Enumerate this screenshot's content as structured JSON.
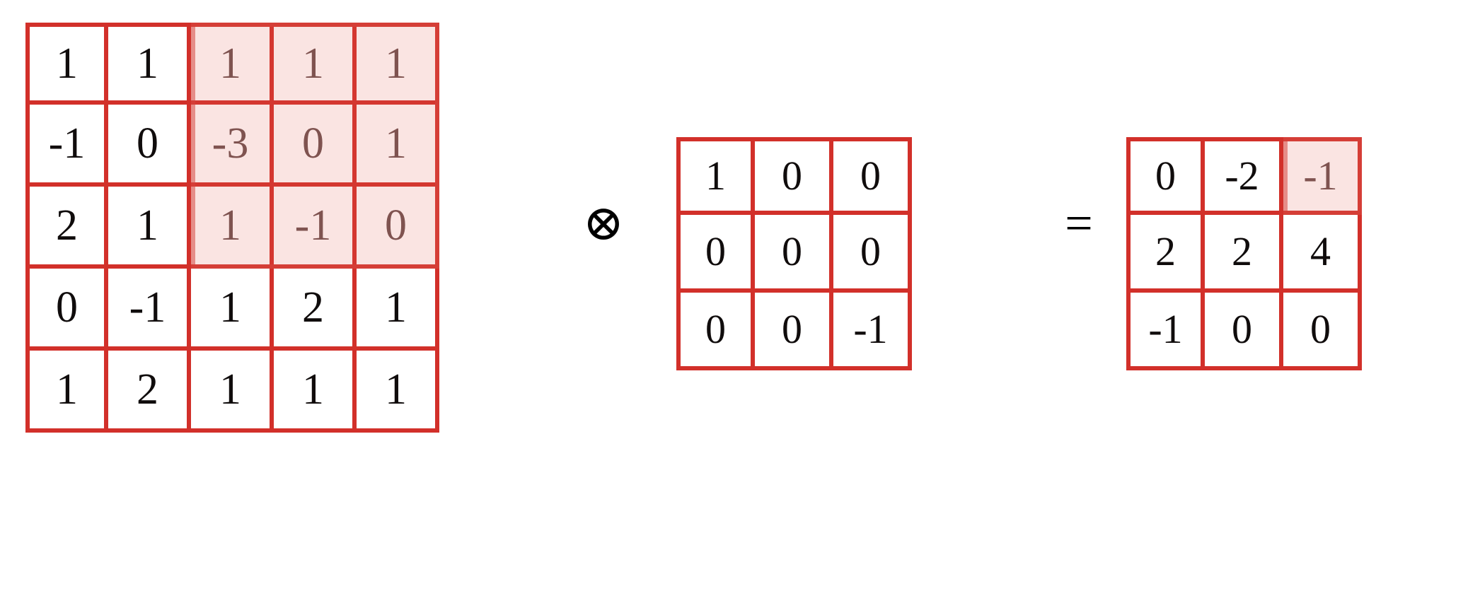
{
  "figure": {
    "kind": "convolution-equation",
    "colors": {
      "grid_line": "#d2302a",
      "highlight_fill": "#f7e3e2",
      "highlight_border": "#dd7a74",
      "text": "#100c0c",
      "highlight_text": "#6b5150",
      "background": "#ffffff"
    }
  },
  "operators": {
    "convolution": "⊗",
    "equals": "="
  },
  "chart_data": {
    "type": "table",
    "title": "",
    "matrices": [
      {
        "name": "input",
        "rows": 5,
        "cols": 5,
        "values": [
          [
            "1",
            "1",
            "1",
            "1",
            "1"
          ],
          [
            "-1",
            "0",
            "-3",
            "0",
            "1"
          ],
          [
            "2",
            "1",
            "1",
            "-1",
            "0"
          ],
          [
            "0",
            "-1",
            "1",
            "2",
            "1"
          ],
          [
            "1",
            "2",
            "1",
            "1",
            "1"
          ]
        ],
        "highlight": {
          "row_start": 0,
          "row_end": 2,
          "col_start": 2,
          "col_end": 4
        }
      },
      {
        "name": "kernel",
        "rows": 3,
        "cols": 3,
        "values": [
          [
            "1",
            "0",
            "0"
          ],
          [
            "0",
            "0",
            "0"
          ],
          [
            "0",
            "0",
            "-1"
          ]
        ],
        "highlight": null
      },
      {
        "name": "output",
        "rows": 3,
        "cols": 3,
        "values": [
          [
            "0",
            "-2",
            "-1"
          ],
          [
            "2",
            "2",
            "4"
          ],
          [
            "-1",
            "0",
            "0"
          ]
        ],
        "highlight": {
          "row_start": 0,
          "row_end": 0,
          "col_start": 2,
          "col_end": 2
        }
      }
    ]
  }
}
